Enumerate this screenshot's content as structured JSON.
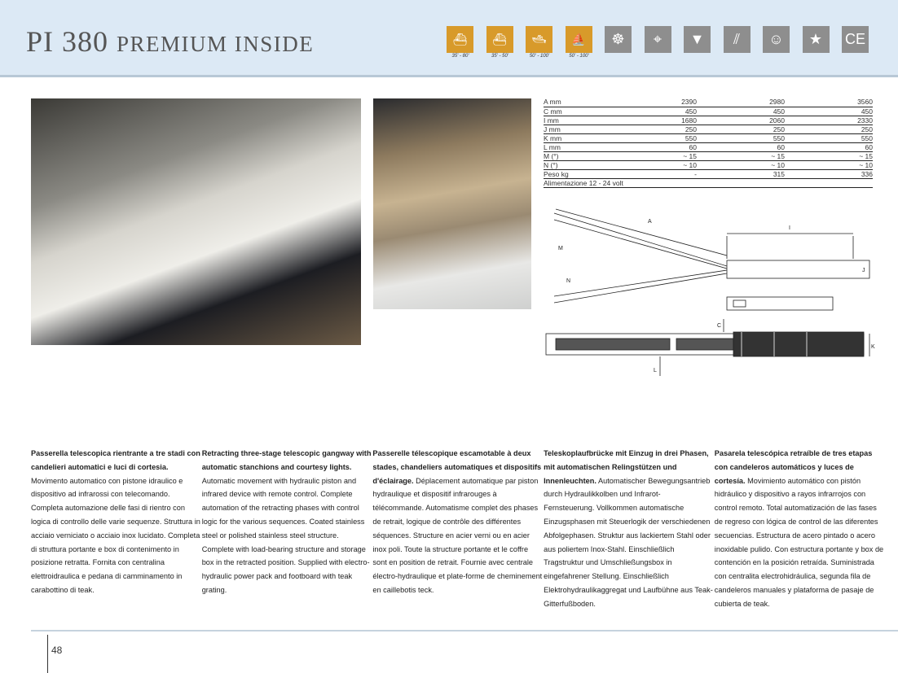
{
  "header": {
    "title_main": "PI 380",
    "title_sub": "PREMIUM INSIDE",
    "icons": [
      {
        "name": "motor-yacht-icon",
        "label": "35' - 80'"
      },
      {
        "name": "sport-yacht-icon",
        "label": "35' - 50'"
      },
      {
        "name": "flybridge-yacht-icon",
        "label": "50' - 100'"
      },
      {
        "name": "sailboat-icon",
        "label": "50' - 100'"
      },
      {
        "name": "helm-wheel-icon"
      },
      {
        "name": "remote-control-icon"
      },
      {
        "name": "courtesy-light-icon"
      },
      {
        "name": "stanchions-icon"
      },
      {
        "name": "sailor-icon"
      },
      {
        "name": "star-icon"
      },
      {
        "name": "ce-mark-icon",
        "glyph": "CE"
      }
    ]
  },
  "specs": {
    "rows": [
      [
        "A mm",
        "2390",
        "2980",
        "3560"
      ],
      [
        "C mm",
        "450",
        "450",
        "450"
      ],
      [
        "I mm",
        "1680",
        "2060",
        "2330"
      ],
      [
        "J mm",
        "250",
        "250",
        "250"
      ],
      [
        "K mm",
        "550",
        "550",
        "550"
      ],
      [
        "L mm",
        "60",
        "60",
        "60"
      ],
      [
        "M (°)",
        "~ 15",
        "~ 15",
        "~ 15"
      ],
      [
        "N (°)",
        "~ 10",
        "~ 10",
        "~ 10"
      ],
      [
        "Peso kg",
        "-",
        "315",
        "336"
      ]
    ],
    "power": "Alimentazione 12 - 24 volt"
  },
  "diagram": {
    "labels": {
      "A": "A",
      "I": "I",
      "M": "M",
      "N": "N",
      "J": "J",
      "C": "C",
      "K": "K",
      "L": "L"
    }
  },
  "columns": [
    {
      "bold": "Passerella telescopica rientrante a tre stadi con candelieri automatici e luci di cortesia.",
      "text": " Movimento automatico con pistone idraulico e dispositivo ad infrarossi con telecomando. Completa automazione delle fasi di rientro con logica di controllo delle varie sequenze. Struttura in acciaio verniciato o acciaio inox lucidato. Completa di struttura portante e box di contenimento in posizione retratta. Fornita con centralina elettroidraulica e pedana di camminamento in carabottino di teak."
    },
    {
      "bold": "Retracting three-stage telescopic gangway with automatic stanchions and courtesy lights.",
      "text": " Automatic movement with hydraulic piston and infrared device with remote control. Complete automation of the retracting phases with control logic for the various sequences. Coated stainless steel or polished stainless steel structure. Complete with load-bearing structure and storage box in the retracted position. Supplied with electro-hydraulic power pack and footboard with teak grating."
    },
    {
      "bold": "Passerelle télescopique escamotable à deux stades, chandeliers automatiques et dispositifs d'éclairage.",
      "text": " Déplacement automatique par piston hydraulique et dispositif infrarouges à télécommande. Automatisme complet des phases de retrait, logique de contrôle des différentes séquences. Structure en acier verni ou en acier inox poli. Toute la structure portante et le coffre sont en position de retrait. Fournie avec centrale électro-hydraulique et plate-forme de cheminement en caillebotis teck."
    },
    {
      "bold": "Teleskoplaufbrücke mit Einzug in drei Phasen, mit automatischen Relingstützen und Innenleuchten.",
      "text": " Automatischer Bewegungsantrieb durch Hydraulikkolben und Infrarot- Fernsteuerung. Vollkommen automatische Einzugsphasen mit Steuerlogik der verschiedenen Abfolgephasen. Struktur aus lackiertem Stahl oder aus poliertem Inox-Stahl. Einschließlich Tragstruktur und Umschließungsbox in eingefahrener Stellung. Einschließlich Elektrohydraulikaggregat und Laufbühne aus Teak- Gitterfußboden."
    },
    {
      "bold": "Pasarela telescópica retraíble de tres etapas con candeleros automáticos y luces de cortesía.",
      "text": " Movimiento automático con pistón hidráulico y dispositivo a rayos infrarrojos con control remoto. Total automatización de las fases de regreso con lógica de control de las diferentes secuencias. Estructura de acero pintado o acero inoxidable pulido. Con estructura portante y box de contención en la posición retraída. Suministrada con centralita electrohidráulica, segunda fila de candeleros manuales y plataforma de pasaje de cubierta de teak."
    }
  ],
  "footer": {
    "page": "48"
  }
}
